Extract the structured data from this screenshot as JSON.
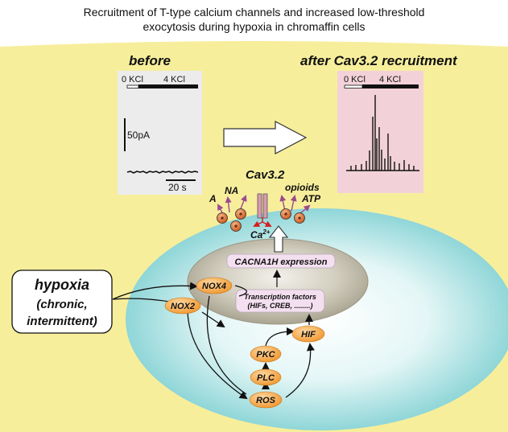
{
  "title": {
    "line1": "Recruitment of T-type  calcium channels and increased  low-threshold",
    "line2": "exocytosis during hypoxia in chromaffin cells"
  },
  "before_panel": {
    "heading": "before",
    "kcl_off": "0 KCl",
    "kcl_on": "4 KCl",
    "current_scale": "50pA",
    "time_scale": "20 s"
  },
  "after_panel": {
    "heading": "after Cav3.2 recruitment",
    "kcl_off": "0 KCl",
    "kcl_on": "4 KCl"
  },
  "membrane": {
    "channel": "Cav3.2",
    "na": "NA",
    "a": "A",
    "opioids": "opioids",
    "atp": "ATP",
    "calcium": "Ca",
    "calcium_charge": "2+"
  },
  "stimulus": {
    "line1": "hypoxia",
    "line2": "(chronic,",
    "line3": "intermittent)"
  },
  "nucleus": {
    "expression": "CACNA1H expression",
    "tf_line1": "Transcription factors",
    "tf_line2": "(HIFs, CREB, ........)"
  },
  "pathway": {
    "nox4": "NOX4",
    "nox2": "NOX2",
    "ros": "ROS",
    "plc": "PLC",
    "pkc": "PKC",
    "hif": "HIF"
  },
  "colors": {
    "cell_background": "#f7ee9c",
    "cytoplasm": "#c4ecec",
    "nucleus": "#bdb8a5",
    "before_panel": "#ececec",
    "after_panel": "#f2d2d8",
    "node_fill": "#f6a84a",
    "arrow_purple": "#9b4a8c",
    "vesicle": "#e07b3a"
  }
}
